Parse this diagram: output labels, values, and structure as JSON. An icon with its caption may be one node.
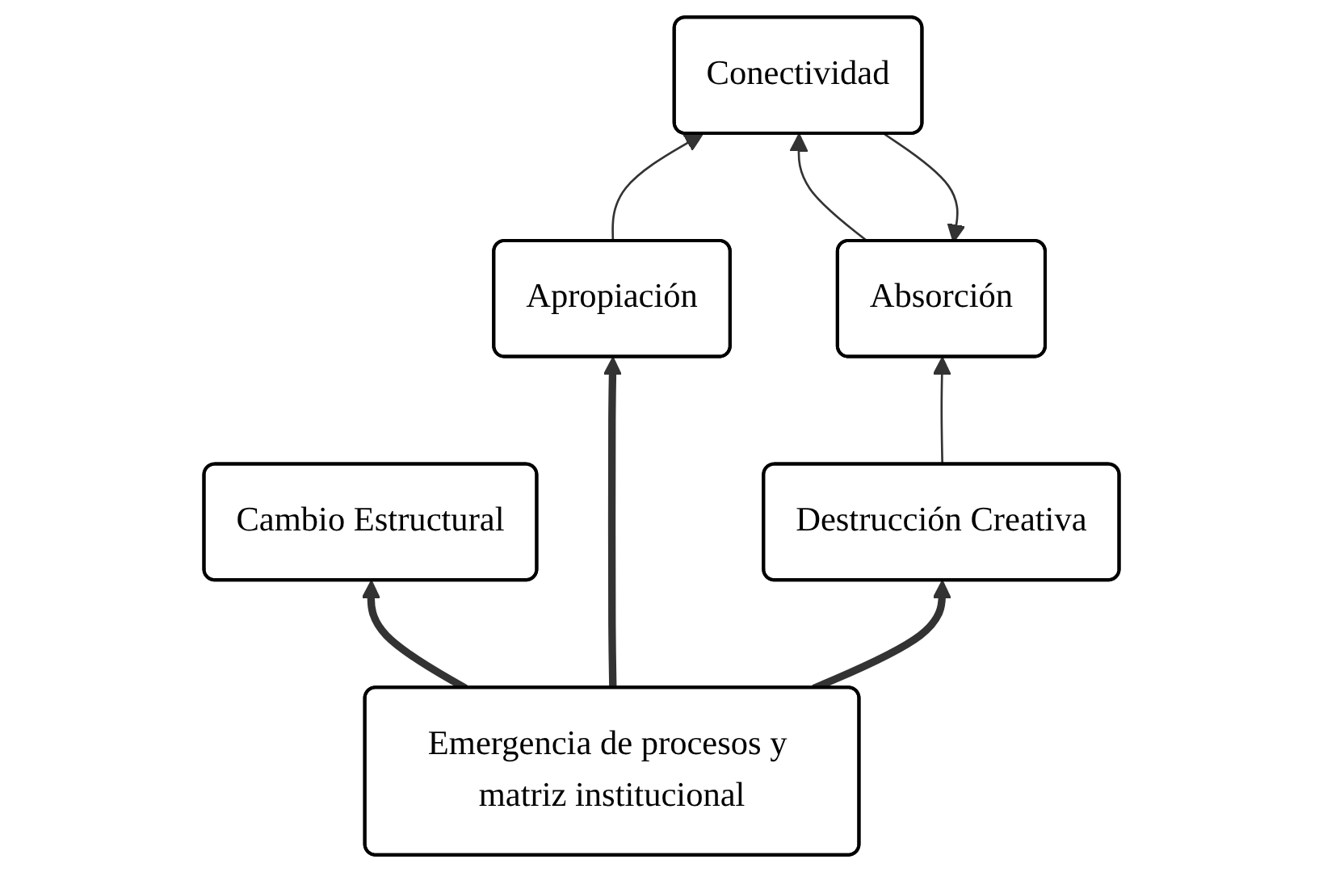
{
  "diagram": {
    "nodes": [
      {
        "text": [
          "Cambio Estructural"
        ]
      },
      {
        "text": [
          "Destrucción Creativa"
        ]
      },
      {
        "text": [
          "Apropiación"
        ]
      },
      {
        "text": [
          "Emergencia de procesos y matriz institucional"
        ]
      },
      {
        "text": [
          "Absorción"
        ]
      },
      {
        "text": [
          "Conectividad"
        ]
      }
    ],
    "edges": [
      {
        "from": 3,
        "to": 1,
        "arrow": "to",
        "style": "thick"
      },
      {
        "from": 3,
        "to": 0,
        "arrow": "to",
        "style": "thick"
      },
      {
        "from": 3,
        "to": 2,
        "arrow": "to",
        "style": "thick"
      },
      {
        "from": 1,
        "to": 4,
        "arrow": "to"
      },
      {
        "from": 2,
        "to": 5,
        "arrow": "to"
      },
      {
        "from": 4,
        "to": 5,
        "arrow": "to"
      },
      {
        "from": 5,
        "to": 4,
        "arrow": "to"
      }
    ]
  }
}
